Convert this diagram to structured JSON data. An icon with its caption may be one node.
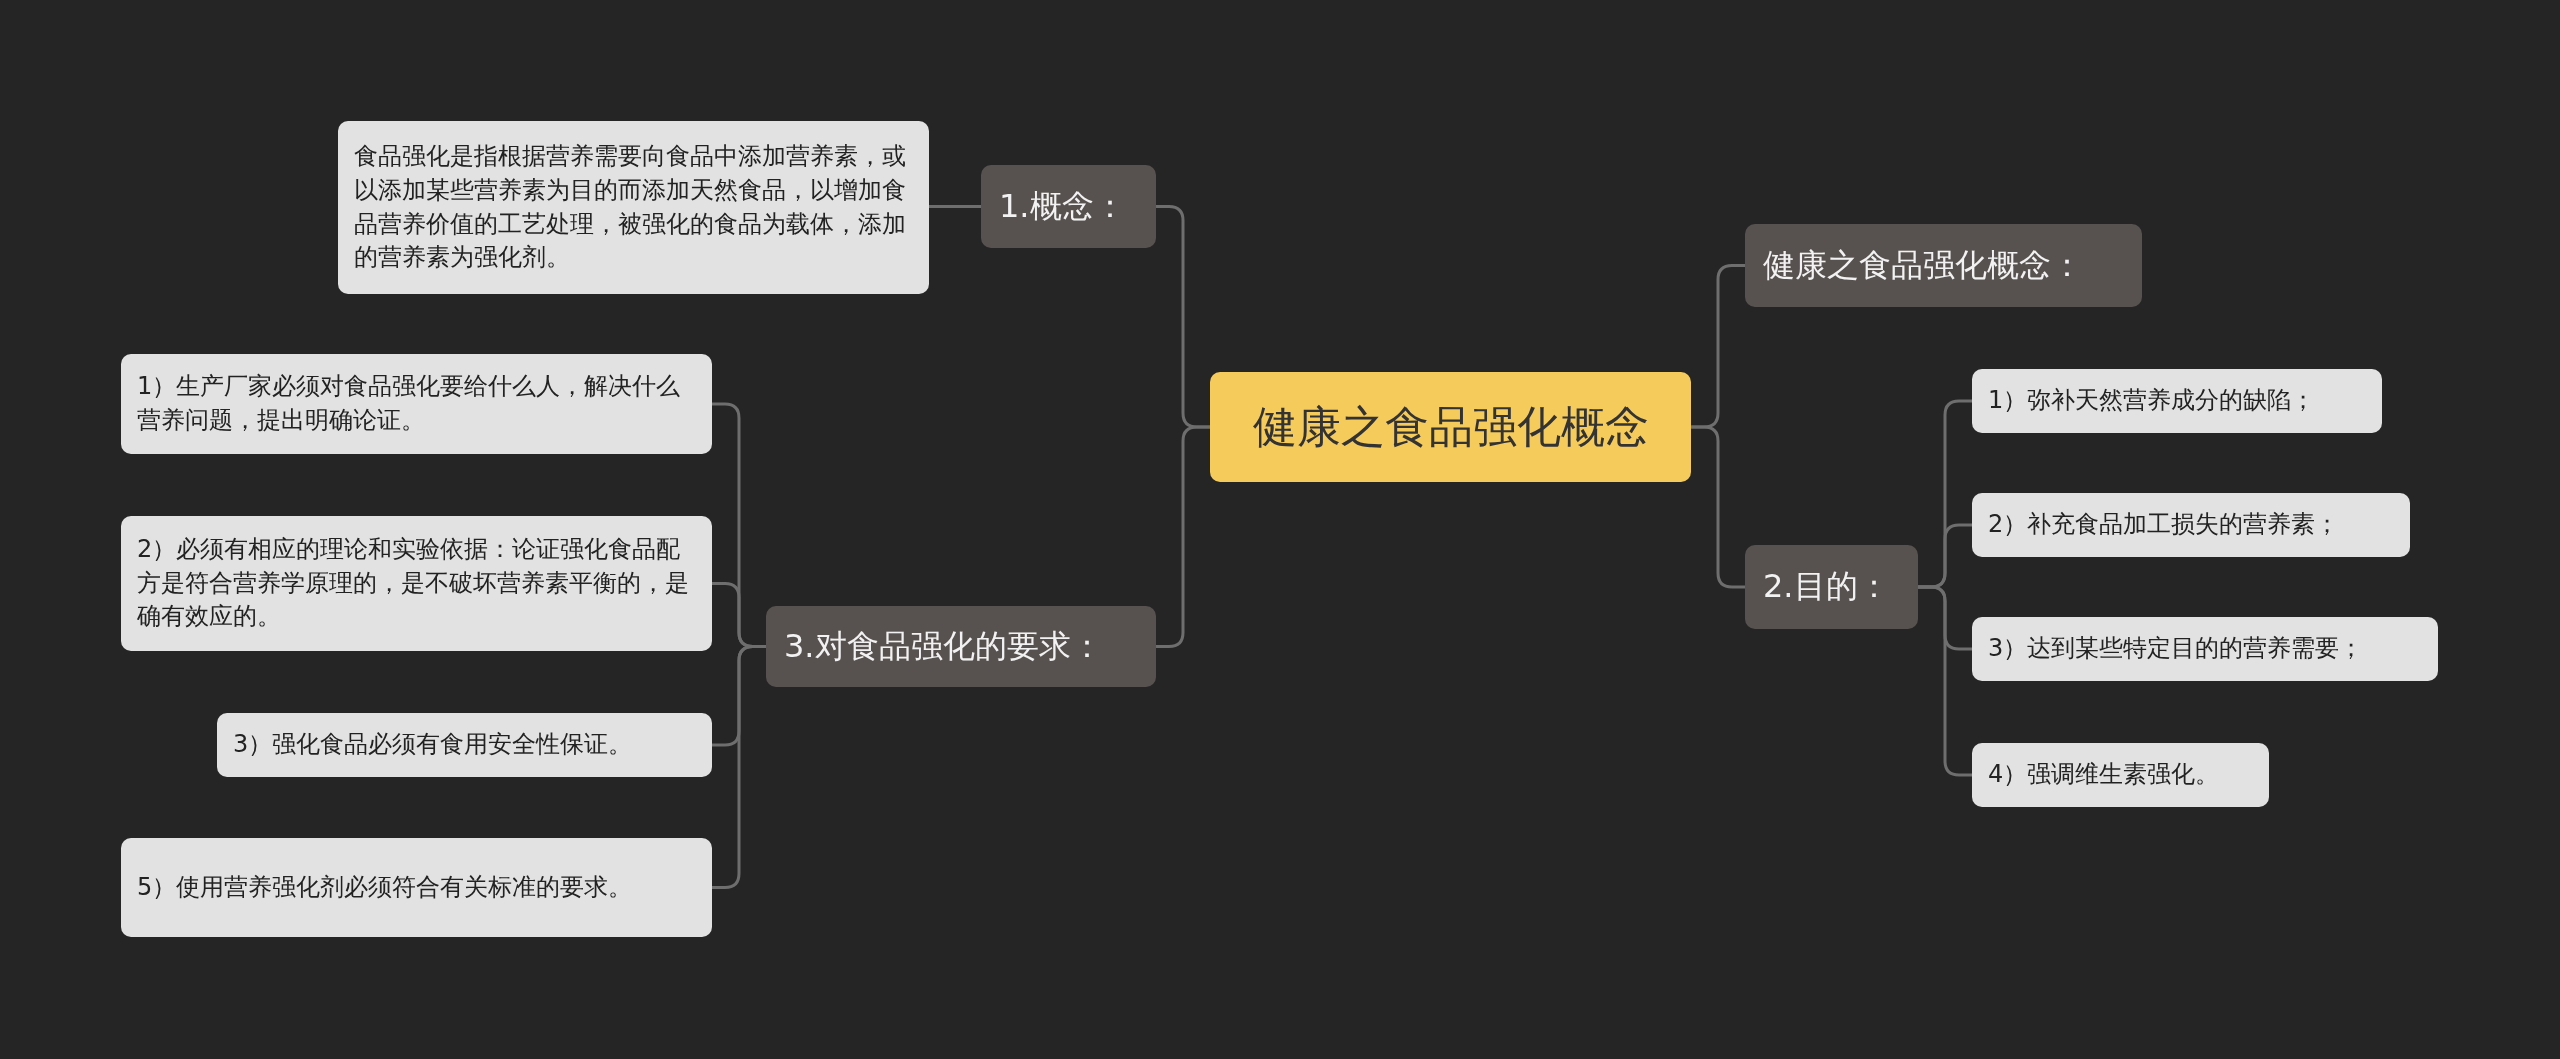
{
  "diagram": {
    "nodes": [
      {
        "text": [
          "健康之食品强化概念"
        ]
      },
      {
        "text": [
          "1.概念："
        ]
      },
      {
        "text": [
          "食品强化是指根据营养需要向食品中添加营养素，或以添加某些营养素为目的而添加天然食品，以增加食品营养价值的工艺处理，被强化的食品为载体，添加的营养素为强化剂。"
        ]
      },
      {
        "text": [
          "3.对食品强化的要求："
        ]
      },
      {
        "text": [
          "1）生产厂家必须对食品强化要给什么人，解决什么营养问题，提出明确论证。"
        ]
      },
      {
        "text": [
          "2）必须有相应的理论和实验依据：论证强化食品配方是符合营养学原理的，是不破坏营养素平衡的，是确有效应的。"
        ]
      },
      {
        "text": [
          "3）强化食品必须有食用安全性保证。"
        ]
      },
      {
        "text": [
          "5）使用营养强化剂必须符合有关标准的要求。"
        ]
      },
      {
        "text": [
          "健康之食品强化概念："
        ]
      },
      {
        "text": [
          "2.目的："
        ]
      },
      {
        "text": [
          "1）弥补天然营养成分的缺陷；"
        ]
      },
      {
        "text": [
          "2）补充食品加工损失的营养素；"
        ]
      },
      {
        "text": [
          "3）达到某些特定目的的营养需要；"
        ]
      },
      {
        "text": [
          "4）强调维生素强化。"
        ]
      }
    ],
    "edges": [
      {
        "from": 0,
        "to": 1,
        "arrow": "none"
      },
      {
        "from": 1,
        "to": 2,
        "arrow": "none"
      },
      {
        "from": 0,
        "to": 3,
        "arrow": "none"
      },
      {
        "from": 3,
        "to": 4,
        "arrow": "none"
      },
      {
        "from": 3,
        "to": 5,
        "arrow": "none"
      },
      {
        "from": 3,
        "to": 6,
        "arrow": "none"
      },
      {
        "from": 3,
        "to": 7,
        "arrow": "none"
      },
      {
        "from": 0,
        "to": 8,
        "arrow": "none"
      },
      {
        "from": 0,
        "to": 9,
        "arrow": "none"
      },
      {
        "from": 9,
        "to": 10,
        "arrow": "none"
      },
      {
        "from": 9,
        "to": 11,
        "arrow": "none"
      },
      {
        "from": 9,
        "to": 12,
        "arrow": "none"
      },
      {
        "from": 9,
        "to": 13,
        "arrow": "none"
      }
    ]
  }
}
